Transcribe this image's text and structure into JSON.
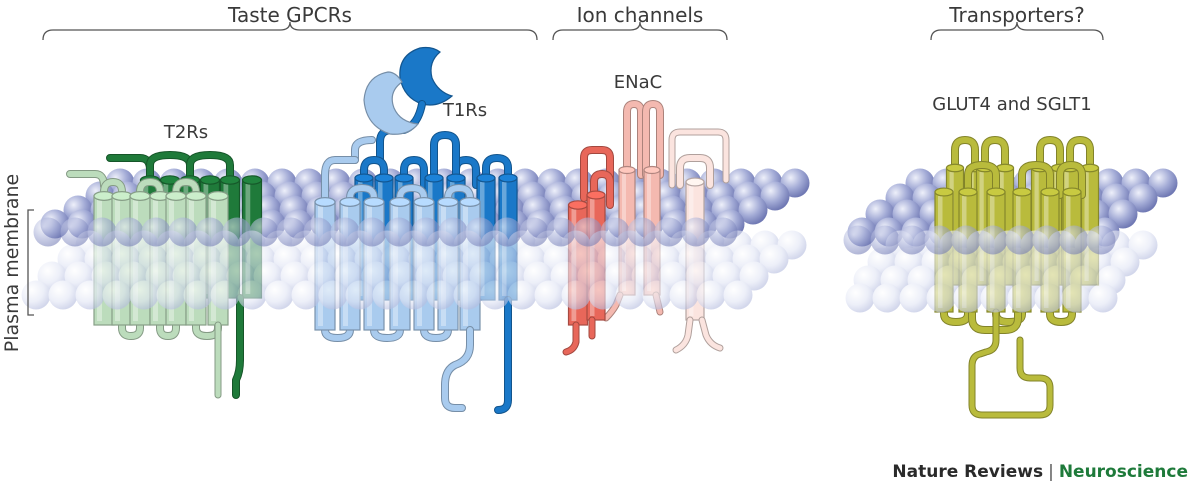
{
  "groups": {
    "gpcr": "Taste GPCRs",
    "ion": "Ion channels",
    "transporters": "Transporters?"
  },
  "proteins": {
    "t2r": "T2Rs",
    "t1r": "T1Rs",
    "enac": "ENaC",
    "glut": "GLUT4 and SGLT1"
  },
  "membrane_label": "Plasma membrane",
  "credit": {
    "journal": "Nature Reviews",
    "separator": "|",
    "subject": "Neuroscience"
  },
  "colors": {
    "t2r_light": "#bcdcbc",
    "t2r_dark": "#1f7a3a",
    "t1r_light": "#a9cbee",
    "t1r_dark": "#1a78c8",
    "enac_red": "#e8675a",
    "enac_pink": "#f4b9b0",
    "enac_pale": "#fbe4df",
    "glut": "#b9bb3c",
    "lipid_dark": "#9ea6d4",
    "lipid_light": "#dfe3f3"
  }
}
